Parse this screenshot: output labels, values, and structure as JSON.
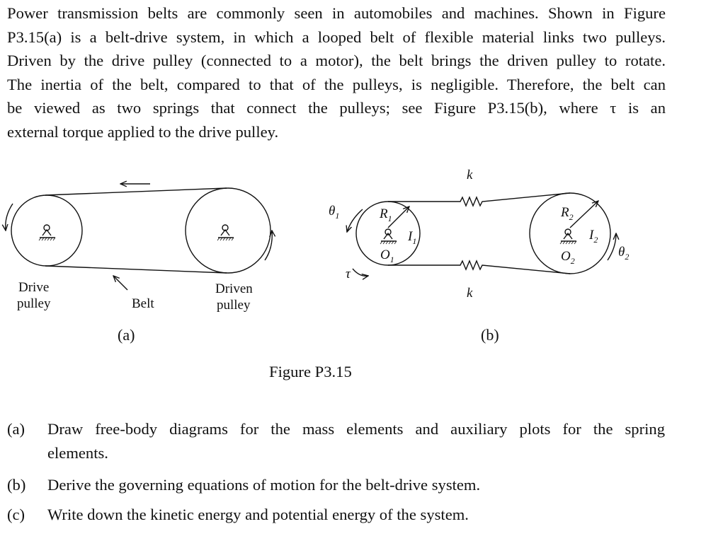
{
  "intro": {
    "lines": [
      "Power transmission belts are commonly seen in automobiles and machines. Shown in Figure",
      "P3.15(a) is a belt-drive system, in which a looped belt of flexible material links two pulleys.",
      "Driven by the drive pulley (connected to a motor),  the belt brings the driven pulley to rotate.",
      "The inertia of the belt, compared to that of the pulleys, is negligible. Therefore, the belt can",
      "be viewed as two springs that connect the pulleys; see Figure P3.15(b), where τ is an",
      "external torque applied to the drive pulley."
    ]
  },
  "figure": {
    "a": {
      "drive_label_1": "Drive",
      "drive_label_2": "pulley",
      "belt_label": "Belt",
      "driven_label_1": "Driven",
      "driven_label_2": "pulley",
      "sublabel": "(a)"
    },
    "b": {
      "theta1": "θ",
      "theta1_sub": "1",
      "theta2": "θ",
      "theta2_sub": "2",
      "tau": "τ",
      "k_top": "k",
      "k_bottom": "k",
      "R1": "R",
      "R1_sub": "1",
      "R2": "R",
      "R2_sub": "2",
      "I1": "I",
      "I1_sub": "1",
      "I2": "I",
      "I2_sub": "2",
      "O1": "O",
      "O1_sub": "1",
      "O2": "O",
      "O2_sub": "2",
      "sublabel": "(b)"
    },
    "caption": "Figure P3.15"
  },
  "questions": [
    {
      "label": "(a)",
      "line1": "Draw free-body diagrams for the mass elements and auxiliary plots for the spring",
      "line2": "elements."
    },
    {
      "label": "(b)",
      "line1": "Derive the governing equations of motion for the belt-drive system."
    },
    {
      "label": "(c)",
      "line1": "Write down the kinetic energy and potential energy of the system."
    }
  ]
}
